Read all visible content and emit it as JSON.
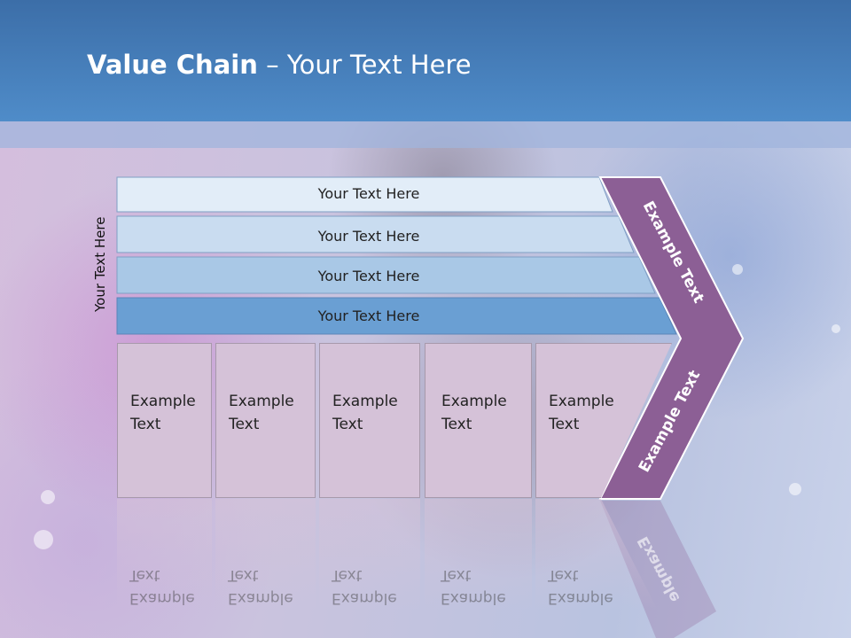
{
  "header": {
    "title_bold": "Value Chain",
    "title_rest": " – Your Text Here"
  },
  "side_label": "Your Text Here",
  "bars": [
    {
      "label": "Your Text Here"
    },
    {
      "label": "Your Text Here"
    },
    {
      "label": "Your Text Here"
    },
    {
      "label": "Your Text Here"
    }
  ],
  "chevron": {
    "top_label": "Example Text",
    "bottom_label": "Example Text"
  },
  "cells": [
    {
      "line1": "Example",
      "line2": "Text"
    },
    {
      "line1": "Example",
      "line2": "Text"
    },
    {
      "line1": "Example",
      "line2": "Text"
    },
    {
      "line1": "Example",
      "line2": "Text"
    },
    {
      "line1": "Example",
      "line2": "Text"
    }
  ],
  "colors": {
    "header": "#4f8cc9",
    "bar1": "#e2edf8",
    "bar2": "#c9dcf0",
    "bar3": "#a9c8e6",
    "bar4": "#6a9fd3",
    "chevron": "#8c5f95",
    "cell": "#d5c2d8"
  }
}
